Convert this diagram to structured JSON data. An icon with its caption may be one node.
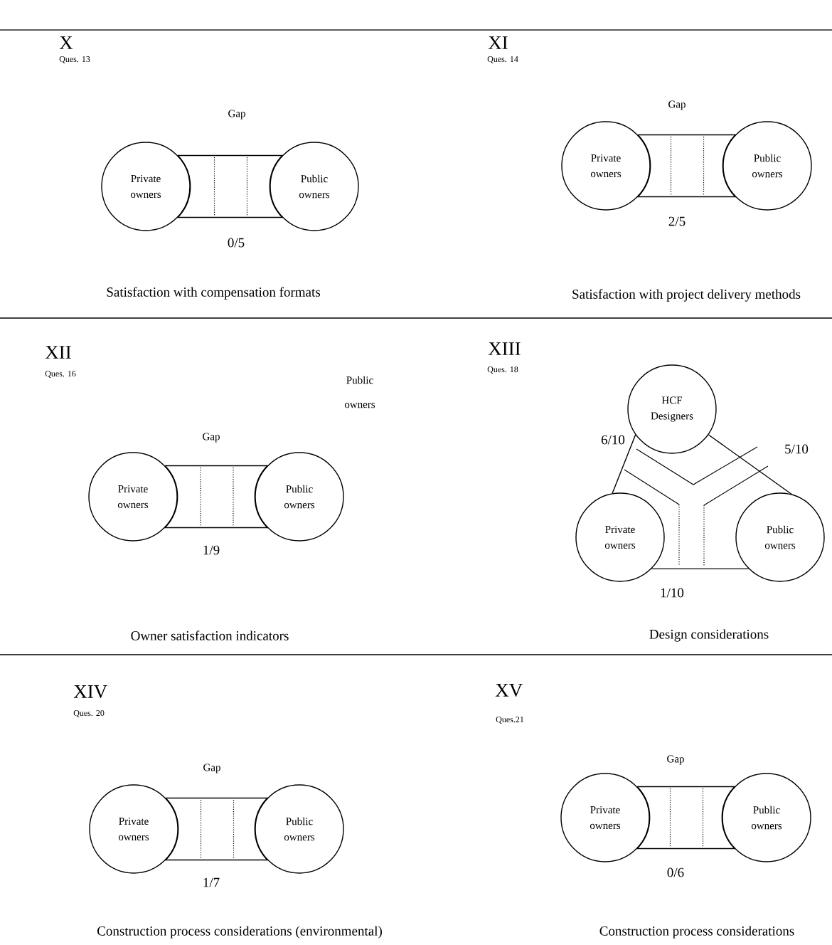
{
  "diagram": {
    "nodes": [
      {
        "text": [
          "Private owners"
        ]
      },
      {
        "text": [
          "Public owners"
        ]
      },
      {
        "text": [
          "Private owners"
        ]
      },
      {
        "text": [
          "Public owners"
        ]
      },
      {
        "text": [
          "Private owners"
        ]
      },
      {
        "text": [
          "Public owners"
        ]
      },
      {
        "text": [
          "HCF Designers"
        ]
      },
      {
        "text": [
          "Private owners"
        ]
      },
      {
        "text": [
          "Public owners"
        ]
      },
      {
        "text": [
          "Private owners"
        ]
      },
      {
        "text": [
          "Public owners"
        ]
      },
      {
        "text": [
          "Private owners"
        ]
      },
      {
        "text": [
          "Public owners"
        ]
      }
    ],
    "edges": [
      {
        "from": 0,
        "to": 1,
        "arrow": "none"
      },
      {
        "from": 2,
        "to": 3,
        "arrow": "none"
      },
      {
        "from": 4,
        "to": 5,
        "arrow": "none"
      },
      {
        "from": 6,
        "to": 7,
        "arrow": "none"
      },
      {
        "from": 6,
        "to": 8,
        "arrow": "none"
      },
      {
        "from": 7,
        "to": 8,
        "arrow": "none"
      },
      {
        "from": 9,
        "to": 10,
        "arrow": "none"
      },
      {
        "from": 11,
        "to": 12,
        "arrow": "none"
      }
    ],
    "labels": [
      "X",
      "Ques. 13",
      "Gap",
      "0/5",
      "Satisfaction with compensation formats",
      "XI",
      "Ques. 14",
      "Gap",
      "2/5",
      "Satisfaction with project delivery methods",
      "XII",
      "Ques. 16",
      "Public owners",
      "Gap",
      "1/9",
      "Owner satisfaction indicators",
      "XIII",
      "Ques. 18",
      "6/10",
      "5/10",
      "1/10",
      "Design considerations",
      "XIV",
      "Ques. 20",
      "Gap",
      "1/7",
      "Construction process considerations (environmental)",
      "XV",
      "Ques.21",
      "Gap",
      "0/6",
      "Construction process considerations"
    ]
  }
}
